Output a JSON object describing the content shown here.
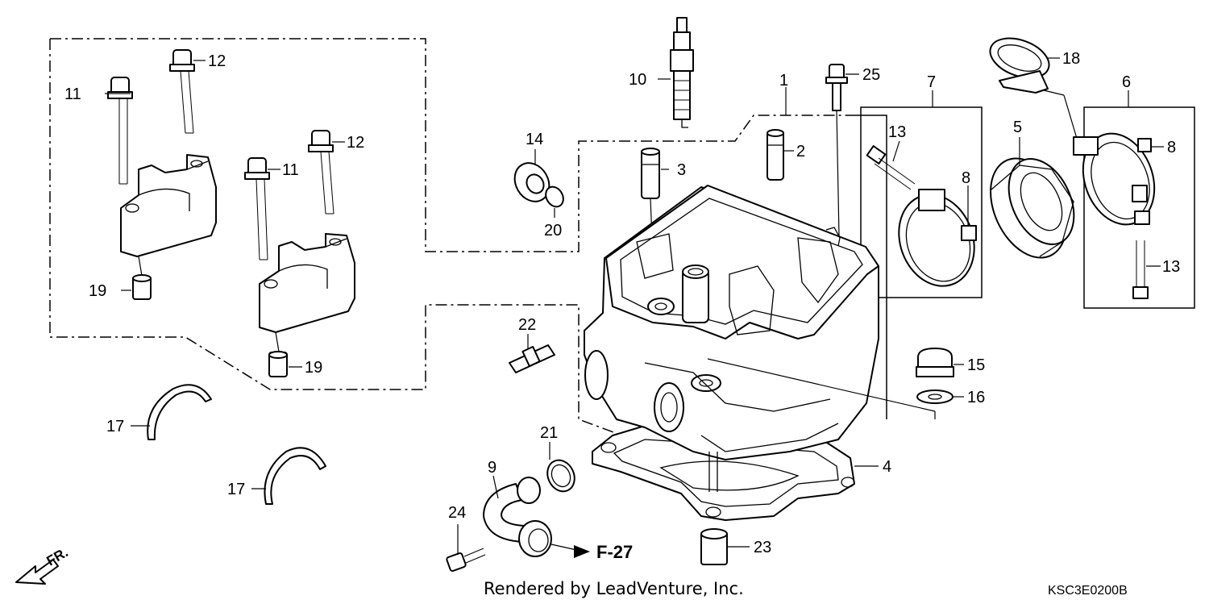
{
  "callouts": {
    "c1": "1",
    "c2": "2",
    "c3": "3",
    "c4": "4",
    "c5": "5",
    "c6": "6",
    "c7": "7",
    "c8a": "8",
    "c8b": "8",
    "c9": "9",
    "c10": "10",
    "c11a": "11",
    "c11b": "11",
    "c12a": "12",
    "c12b": "12",
    "c13a": "13",
    "c13b": "13",
    "c14": "14",
    "c15": "15",
    "c16": "16",
    "c17a": "17",
    "c17b": "17",
    "c18": "18",
    "c19a": "19",
    "c19b": "19",
    "c20": "20",
    "c21": "21",
    "c22": "22",
    "c23": "23",
    "c24": "24",
    "c25": "25"
  },
  "reference_label": "F-27",
  "direction_label": "FR.",
  "credit": "Rendered by LeadVenture, Inc.",
  "diagram_code": "KSC3E0200B"
}
